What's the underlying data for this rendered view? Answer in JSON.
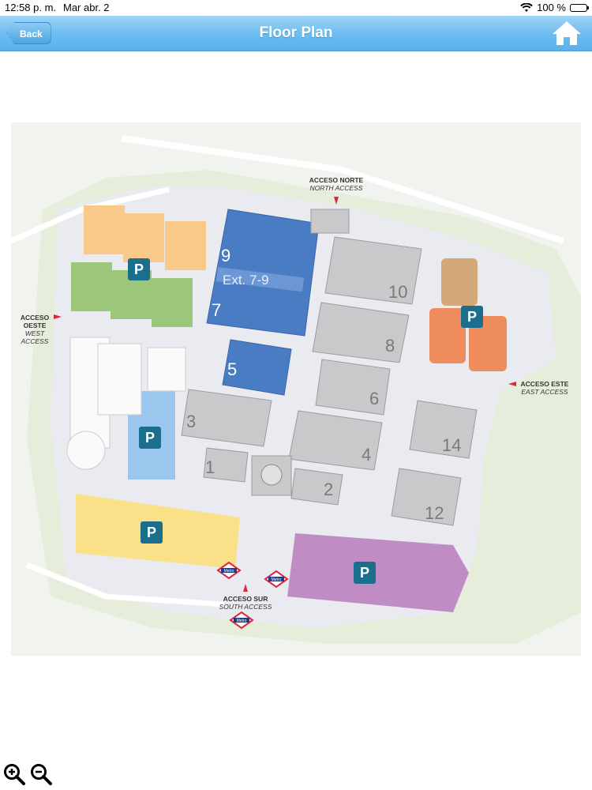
{
  "status_bar": {
    "time": "12:58 p. m.",
    "date": "Mar abr. 2",
    "battery": "100 %",
    "icons": [
      "wifi-icon",
      "battery-icon"
    ]
  },
  "nav": {
    "back_label": "Back",
    "title": "Floor Plan",
    "home_icon": "home-icon"
  },
  "map": {
    "halls": [
      "9",
      "Ext. 7-9",
      "7",
      "5",
      "10",
      "8",
      "6",
      "4",
      "14",
      "12",
      "3",
      "1",
      "2"
    ],
    "parking_label": "P",
    "access": {
      "north": [
        "ACCESO NORTE",
        "NORTH ACCESS"
      ],
      "west": [
        "ACCESO",
        "OESTE",
        "WEST",
        "ACCESS"
      ],
      "east": [
        "ACCESO ESTE",
        "EAST ACCESS"
      ],
      "south": [
        "ACCESO SUR",
        "SOUTH ACCESS"
      ]
    },
    "metro_label": "Metro",
    "colors": {
      "hall_blue": "#4a7cc4",
      "hall_grey": "#c9c9cb",
      "parking_orange": "#f9c98a",
      "parking_green": "#9cc77a",
      "parking_brown": "#d4a97a",
      "parking_red": "#ee8c5e",
      "parking_lightblue": "#9bc7ee",
      "parking_yellow": "#fbe08a",
      "parking_purple": "#c08cc4",
      "p_badge": "#1b6e8c"
    }
  },
  "zoom": {
    "in_icon": "zoom-in-icon",
    "out_icon": "zoom-out-icon"
  }
}
